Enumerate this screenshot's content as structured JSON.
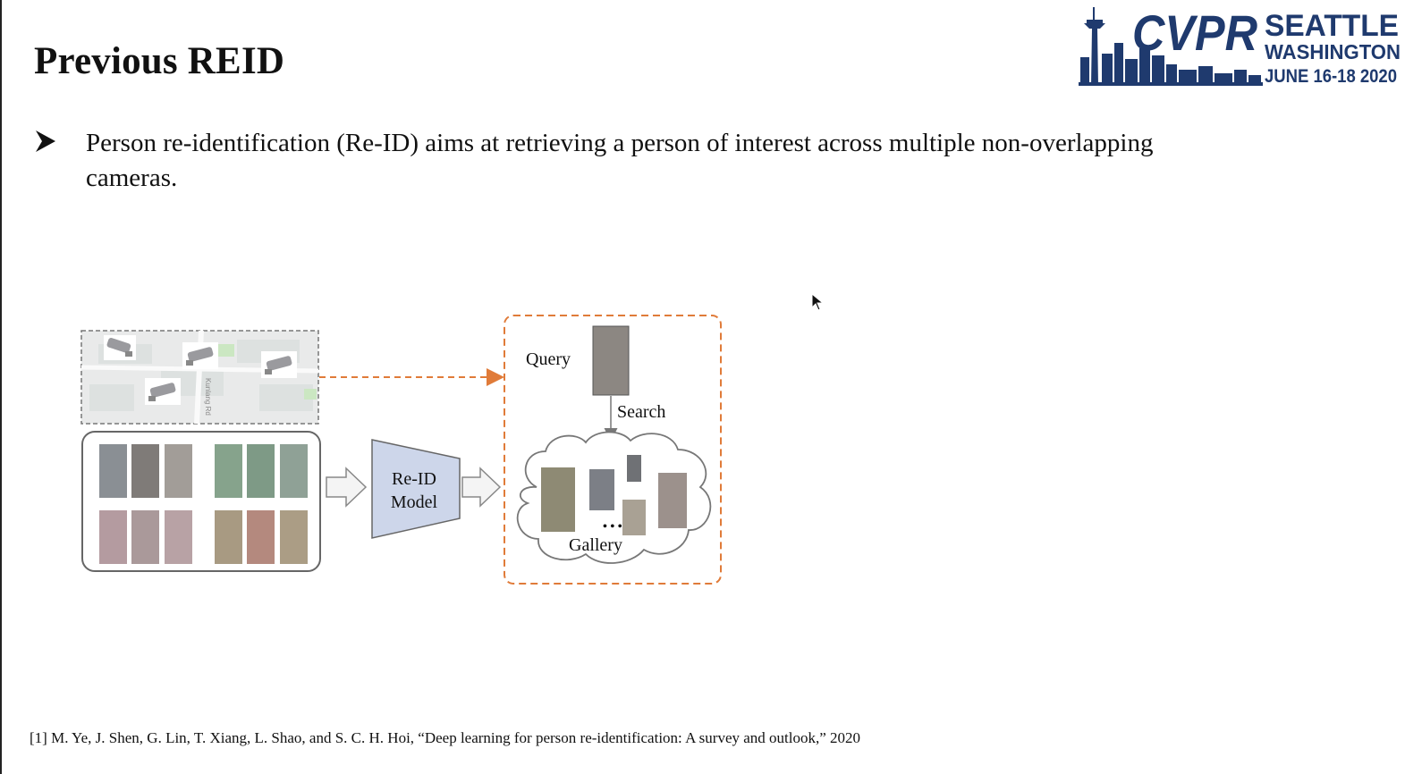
{
  "slide": {
    "title": "Previous REID",
    "bullet": "Person re-identification (Re-ID) aims at retrieving a person of interest across multiple non-overlapping cameras.",
    "citation": "[1] M. Ye, J. Shen, G. Lin, T. Xiang, L. Shao, and S. C. H. Hoi, “Deep learning for person re-identification: A survey and outlook,” 2020"
  },
  "logo": {
    "name": "CVPR",
    "city": "SEATTLE",
    "state": "WASHINGTON",
    "dates": "JUNE 16-18 2020",
    "color": "#1f3a6e"
  },
  "figure": {
    "model_label_line1": "Re-ID",
    "model_label_line2": "Model",
    "query_label": "Query",
    "search_label": "Search",
    "gallery_label": "Gallery",
    "map_road_label": "Kunlang Rd",
    "ellipsis": "• • •",
    "accent_color": "#e07b39",
    "model_color": "#cdd6ea"
  }
}
